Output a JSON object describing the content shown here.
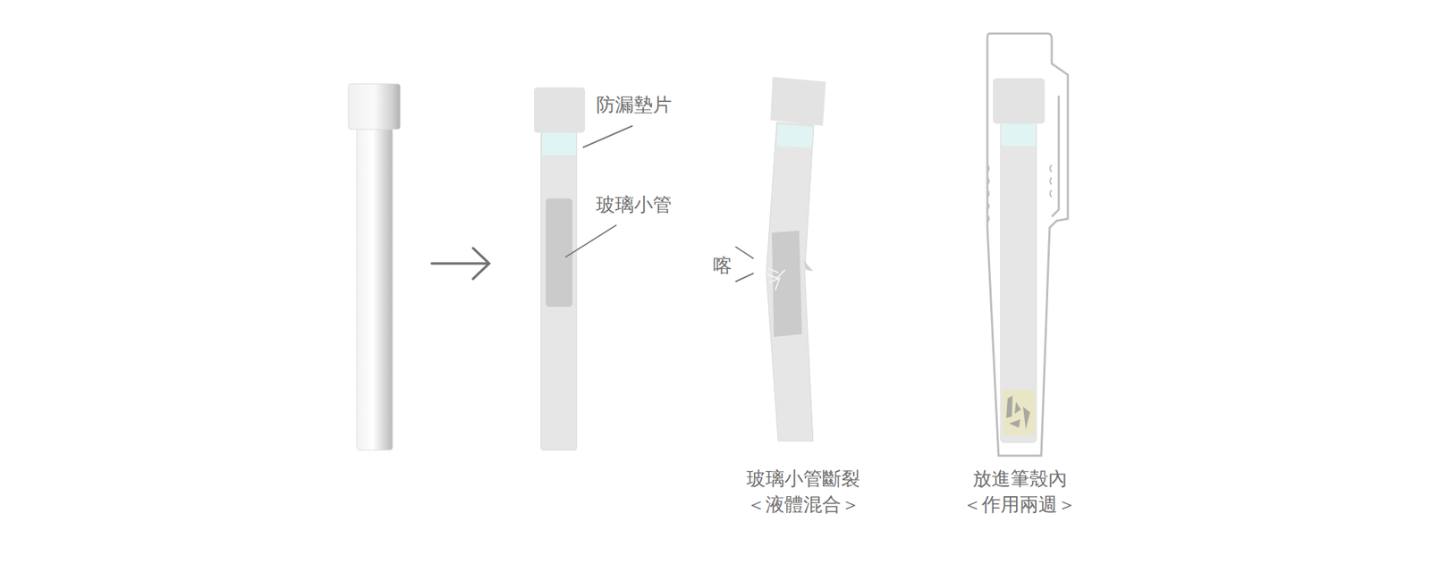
{
  "diagram": {
    "labels": [
      "防漏墊片",
      "玻璃小管",
      "喀",
      "玻璃小管斷裂",
      "＜液體混合＞",
      "放進筆殼內",
      "＜作用兩週＞"
    ]
  }
}
